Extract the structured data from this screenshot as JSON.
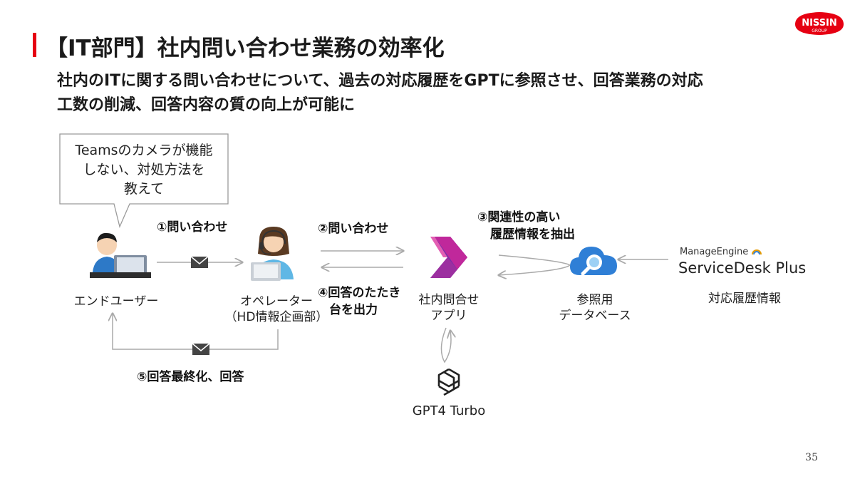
{
  "header": {
    "title": "【IT部門】社内問い合わせ業務の効率化",
    "lead_line1": "社内のITに関する問い合わせについて、過去の対応履歴をGPTに参照させ、回答業務の対応",
    "lead_line2": "工数の削減、回答内容の質の向上が可能に"
  },
  "logo": {
    "word": "NISSIN",
    "sub": "GROUP",
    "color": "#e60012"
  },
  "bubble": {
    "line1": "Teamsのカメラが機能",
    "line2": "しない、対処方法を",
    "line3": "教えて"
  },
  "nodes": {
    "end_user": {
      "label": "エンドユーザー"
    },
    "operator": {
      "label": "オペレーター",
      "sub": "（HD情報企画部）"
    },
    "app": {
      "line1": "社内問合せ",
      "line2": "アプリ"
    },
    "db": {
      "line1": "参照用",
      "line2": "データベース"
    },
    "gpt": {
      "label": "GPT4 Turbo"
    },
    "sdp": {
      "brand_small": "ManageEngine",
      "brand_big": "ServiceDesk Plus",
      "caption": "対応履歴情報"
    }
  },
  "steps": {
    "s1": "①問い合わせ",
    "s2": "②問い合わせ",
    "s3_line1": "③関連性の高い",
    "s3_line2": "履歴情報を抽出",
    "s4_line1": "④回答のたたき",
    "s4_line2": "台を出力",
    "s5": "⑤回答最終化、回答"
  },
  "colors": {
    "accent": "#e60012",
    "arrow": "#aaaaaa",
    "app_pink": "#c0289b",
    "app_purple": "#7a2fa8",
    "db_blue": "#2f7fd6"
  },
  "page_number": "35"
}
